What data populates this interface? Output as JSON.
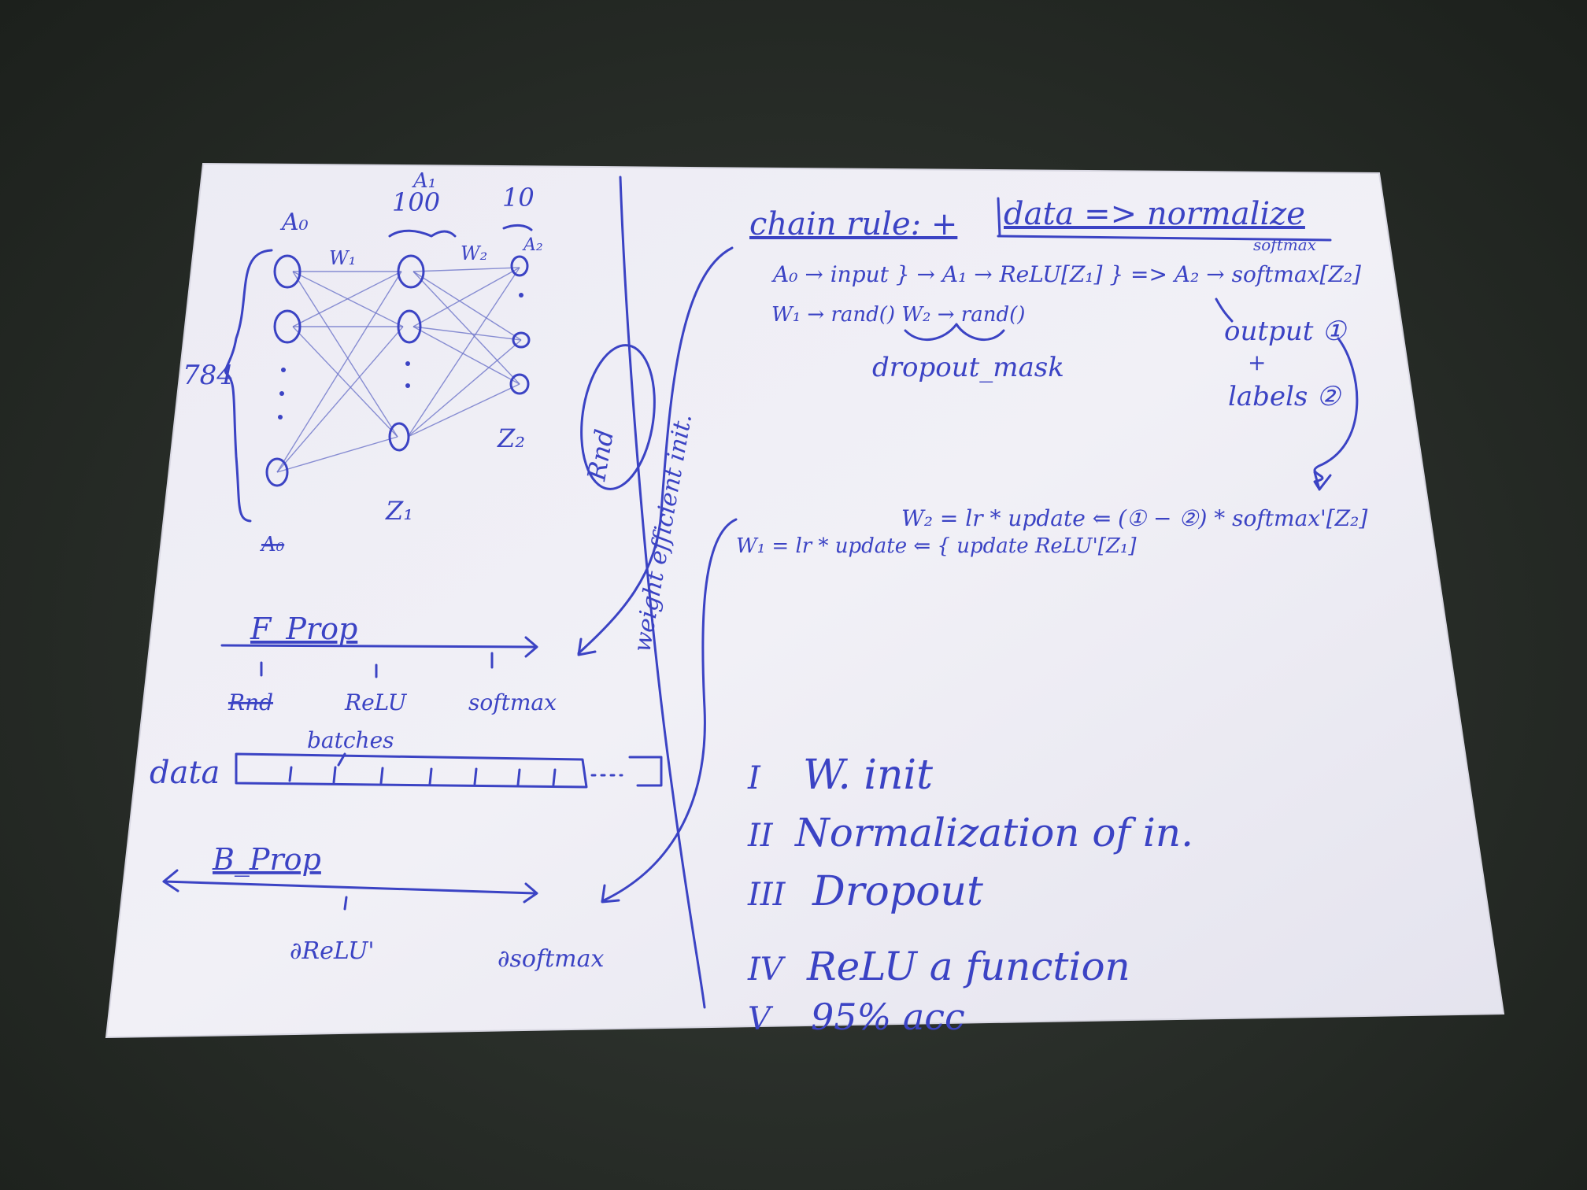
{
  "network": {
    "a0": "A₀",
    "a0_hidden_label": "A₁",
    "hidden_size": "100",
    "out_size": "10",
    "w1": "W₁",
    "w2": "W₂",
    "a2_top": "A₂",
    "input_size": "784",
    "z1": "Z₁",
    "z2": "Z₂",
    "struck_bottom": "A₀"
  },
  "fprop": {
    "title": "F_Prop",
    "steps": [
      "Rnd",
      "ReLU",
      "softmax"
    ],
    "data_label": "data",
    "batches_label": "batches"
  },
  "bprop": {
    "title": "B_Prop",
    "steps": [
      "∂ReLU'",
      "∂softmax"
    ]
  },
  "divider": {
    "circled": "Rnd",
    "vertical_note": "weight efficient init."
  },
  "right": {
    "heading_left": "chain rule: +",
    "heading_right": "data => normalize",
    "line1": "A₀ → input } → A₁ → ReLU[Z₁] } => A₂ → softmax[Z₂]",
    "softmax_small": "softmax",
    "line2": "W₁ → rand()     W₂ → rand()",
    "dropout": "dropout_mask",
    "output": "output ①",
    "plus": "+",
    "labels": "labels ②",
    "update_w2": "W₂ = lr * update ⇐ (① − ②) * softmax'[Z₂]",
    "update_w1": "W₁ = lr * update ⇐ { update ReLU'[Z₁]"
  },
  "list": {
    "items": [
      {
        "num": "I",
        "text": "W. init"
      },
      {
        "num": "II",
        "text": "Normalization of in."
      },
      {
        "num": "III",
        "text": "Dropout"
      },
      {
        "num": "IV",
        "text": "ReLU a function"
      },
      {
        "num": "V",
        "text": "95% acc"
      }
    ]
  },
  "colors": {
    "ink": "#3b43c4",
    "paper": "#eceaf3",
    "background": "#262b26"
  }
}
